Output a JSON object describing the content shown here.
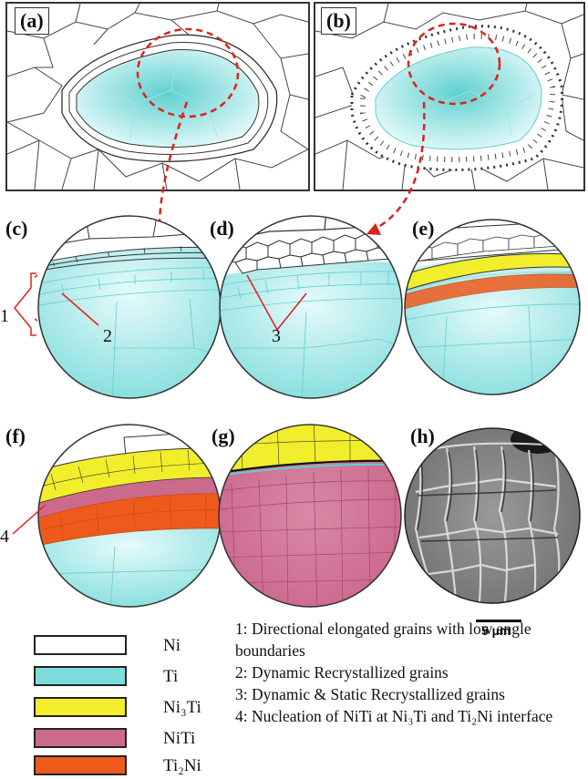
{
  "panels": {
    "a": "(a)",
    "b": "(b)",
    "c": "(c)",
    "d": "(d)",
    "e": "(e)",
    "f": "(f)",
    "g": "(g)",
    "h": "(h)"
  },
  "callouts": {
    "n1": "1",
    "n2": "2",
    "n3": "3",
    "n4": "4"
  },
  "scale_bar": "5 µm",
  "legend": [
    {
      "label": "Ni",
      "color": "#ffffff"
    },
    {
      "label": "Ti",
      "color": "#7fdcdc"
    },
    {
      "label": "Ni₃Ti",
      "color": "#f2ee2b"
    },
    {
      "label": "NiTi",
      "color": "#cc6a8c"
    },
    {
      "label": "Ti₂Ni",
      "color": "#ee5a1c"
    }
  ],
  "notes": [
    "1: Directional elongated grains with low angle boundaries",
    "2: Dynamic Recrystallized grains",
    "3: Dynamic & Static Recrystallized grains",
    "4: Nucleation of NiTi at Ni₃Ti and Ti₂Ni interface"
  ],
  "colors": {
    "ni": "#ffffff",
    "ti": "#7fdcdc",
    "ni3ti": "#f2ee2b",
    "niti": "#cc6a8c",
    "ti2ni": "#ee5a1c",
    "arrow": "#e0201a"
  }
}
